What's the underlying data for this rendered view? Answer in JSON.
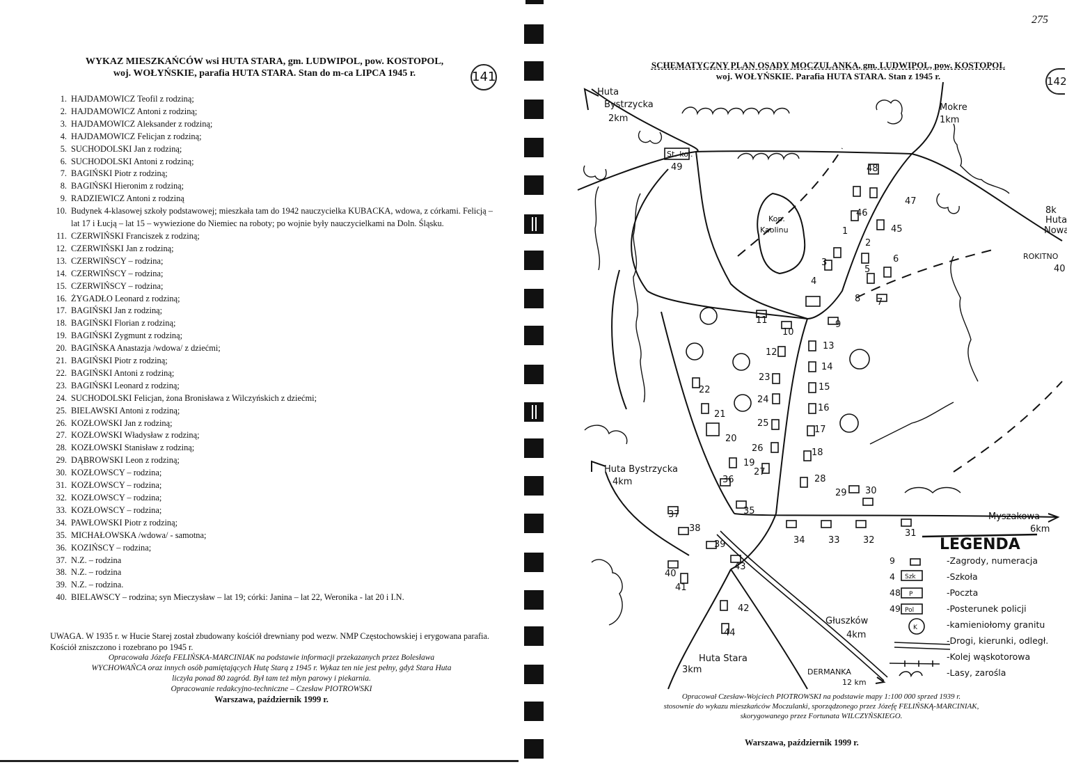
{
  "left": {
    "title_line1": "WYKAZ MIESZKAŃCÓW wsi HUTA STARA, gm. LUDWIPOL, pow. KOSTOPOL,",
    "title_line2": "woj. WOŁYŃSKIE, parafia HUTA STARA.  Stan do m-ca LIPCA 1945 r.",
    "seal": "141",
    "residents": [
      {
        "num": "1.",
        "text": "HAJDAMOWICZ Teofil z rodziną;"
      },
      {
        "num": "2.",
        "text": "HAJDAMOWICZ Antoni z rodziną;"
      },
      {
        "num": "3.",
        "text": "HAJDAMOWICZ Aleksander z rodziną;"
      },
      {
        "num": "4.",
        "text": "HAJDAMOWICZ Felicjan z rodziną;"
      },
      {
        "num": "5.",
        "text": "SUCHODOLSKI Jan z rodziną;"
      },
      {
        "num": "6.",
        "text": "SUCHODOLSKI Antoni z rodziną;"
      },
      {
        "num": "7.",
        "text": "BAGIŃSKI Piotr z rodziną;"
      },
      {
        "num": "8.",
        "text": "BAGIŃSKI Hieronim z rodziną;"
      },
      {
        "num": "9.",
        "text": "RADZIEWICZ Antoni z rodziną"
      },
      {
        "num": "10.",
        "text": "Budynek 4-klasowej szkoły podstawowej; mieszkała tam do 1942 nauczycielka KUBACKA, wdowa, z córkami. Felicją – lat 17 i Łucją – lat 15 – wywiezione do Niemiec na roboty; po wojnie były nauczycielkami na Doln. Śląsku."
      },
      {
        "num": "11.",
        "text": "CZERWIŃSKI Franciszek z rodziną;"
      },
      {
        "num": "12.",
        "text": "CZERWIŃSKI Jan z rodziną;"
      },
      {
        "num": "13.",
        "text": "CZERWIŃSCY – rodzina;"
      },
      {
        "num": "14.",
        "text": "CZERWIŃSCY – rodzina;"
      },
      {
        "num": "15.",
        "text": "CZERWIŃSCY – rodzina;"
      },
      {
        "num": "16.",
        "text": "ŻYGADŁO Leonard z rodziną;"
      },
      {
        "num": "17.",
        "text": "BAGIŃSKI Jan z rodziną;"
      },
      {
        "num": "18.",
        "text": "BAGIŃSKI Florian z rodziną;"
      },
      {
        "num": "19.",
        "text": "BAGIŃSKI Zygmunt z rodziną;"
      },
      {
        "num": "20.",
        "text": "BAGIŃSKA Anastazja /wdowa/ z dziećmi;"
      },
      {
        "num": "21.",
        "text": "BAGIŃSKI Piotr z rodziną;"
      },
      {
        "num": "22.",
        "text": "BAGIŃSKI Antoni z rodziną;"
      },
      {
        "num": "23.",
        "text": "BAGIŃSKI Leonard z rodziną;"
      },
      {
        "num": "24.",
        "text": "SUCHODOLSKI Felicjan, żona Bronisława z Wilczyńskich z dziećmi;"
      },
      {
        "num": "25.",
        "text": "BIELAWSKI Antoni z rodziną;"
      },
      {
        "num": "26.",
        "text": "KOZŁOWSKI Jan z rodziną;"
      },
      {
        "num": "27.",
        "text": "KOZŁOWSKI Władysław z rodziną;"
      },
      {
        "num": "28.",
        "text": "KOZŁOWSKI Stanisław z rodziną;"
      },
      {
        "num": "29.",
        "text": "DĄBROWSKI Leon z rodziną;"
      },
      {
        "num": "30.",
        "text": "KOZŁOWSCY – rodzina;"
      },
      {
        "num": "31.",
        "text": "KOZŁOWSCY – rodzina;"
      },
      {
        "num": "32.",
        "text": "KOZŁOWSCY – rodzina;"
      },
      {
        "num": "33.",
        "text": "KOZŁOWSCY – rodzina;"
      },
      {
        "num": "34.",
        "text": "PAWŁOWSKI Piotr z rodziną;"
      },
      {
        "num": "35.",
        "text": "MICHAŁOWSKA /wdowa/ - samotna;"
      },
      {
        "num": "36.",
        "text": "KOZIŃSCY – rodzina;"
      },
      {
        "num": "37.",
        "text": "N.Z. – rodzina"
      },
      {
        "num": "38.",
        "text": "N.Z. – rodzina"
      },
      {
        "num": "39.",
        "text": "N.Z. – rodzina."
      },
      {
        "num": "40.",
        "text": "BIELAWSCY – rodzina; syn Mieczysław – lat 19; córki: Janina – lat 22, Weronika - lat 20 i I.N."
      }
    ],
    "note": "UWAGA. W 1935 r. w Hucie Starej został zbudowany kościół drewniany pod wezw. NMP Częstochowskiej i erygowana parafia. Kościół zniszczono i rozebrano po 1945 r.",
    "credit_line1": "Opracowała Józefa FELIŃSKA-MARCINIAK na podstawie informacji przekazanych przez Bolesława",
    "credit_line2": "WYCHOWAŃCA oraz innych osób pamiętających Hutę Starą z 1945 r. Wykaz ten nie jest pełny, gdyż Stara Huta",
    "credit_line3": "liczyła ponad 80 zagród. Był tam też młyn parowy i piekarnia.",
    "credit_line4": "Opracowanie redakcyjno-techniczne – Czesław PIOTROWSKI",
    "place_date": "Warszawa, październik 1999 r."
  },
  "right": {
    "page_number": "275",
    "title_line1": "SCHEMATYCZNY PLAN OSADY MOCZULANKA, gm. LUDWIPOL, pow. KOSTOPOL",
    "title_line2": "woj. WOŁYŃSKIE.  Parafia HUTA STARA.  Stan z 1945 r.",
    "seal": "142",
    "map": {
      "labels": {
        "huta_bystrzycka_top": "Huta",
        "huta_bystrzycka_top2": "Bystrzycka",
        "dist_2km": "2km",
        "mokre": "Mokre",
        "dist_1km": "1km",
        "st_kol": "St. kol.",
        "huta_nowa_8k": "8k",
        "huta_nowa_a": "Huta",
        "huta_nowa_b": "Nowa",
        "rokitno": "ROKITNO",
        "rokitno_dist": "40",
        "kop_kaolinu_a": "Kop.",
        "kop_kaolinu_b": "Kaolinu",
        "huta_bystrzycka_left": "Huta Bystrzycka",
        "dist_4km_left": "4km",
        "myszakowa": "Myszakowa",
        "myszakowa_dist": "6km",
        "gluszkow": "Głuszków",
        "gluszkow_dist": "4km",
        "huta_stara": "Huta Stara",
        "huta_stara_dist": "3km",
        "dermanka": "DERMANKA",
        "dermanka_dist": "12 km"
      },
      "houses": [
        "1",
        "2",
        "3",
        "4",
        "5",
        "6",
        "7",
        "8",
        "9",
        "10",
        "11",
        "12",
        "13",
        "14",
        "15",
        "16",
        "17",
        "18",
        "19",
        "20",
        "21",
        "22",
        "23",
        "24",
        "25",
        "26",
        "27",
        "28",
        "29",
        "30",
        "31",
        "32",
        "33",
        "34",
        "35",
        "36",
        "37",
        "38",
        "39",
        "40",
        "41",
        "42",
        "43",
        "44",
        "45",
        "46",
        "47",
        "48",
        "49"
      ],
      "legend": {
        "title": "LEGENDA",
        "items": [
          {
            "key": "9",
            "text": "-Zagrody, numeracja"
          },
          {
            "key": "4",
            "text": "-Szkoła"
          },
          {
            "key": "48",
            "text": "-Poczta"
          },
          {
            "key": "49",
            "text": "-Posterunek policji"
          },
          {
            "key": "",
            "text": "-kamieniołomy granitu"
          },
          {
            "key": "",
            "text": "-Drogi, kierunki, odległ."
          },
          {
            "key": "",
            "text": "-Kolej wąskotorowa"
          },
          {
            "key": "",
            "text": "-Lasy, zarośla"
          }
        ],
        "box_szk": "Szk",
        "box_p": "P",
        "box_pol": "Pol",
        "box_k": "K"
      }
    },
    "caption_line1": "Opracował Czesław-Wojciech PIOTROWSKI na podstawie mapy 1:100 000 sprzed 1939 r.",
    "caption_line2": "stosownie do wykazu mieszkańców Moczulanki, sporządzonego przez Józefę FELIŃSKĄ-MARCINIAK,",
    "caption_line3": "skorygowanego przez Fortunata WILCZYŃSKIEGO.",
    "place_date": "Warszawa, październik 1999 r."
  }
}
